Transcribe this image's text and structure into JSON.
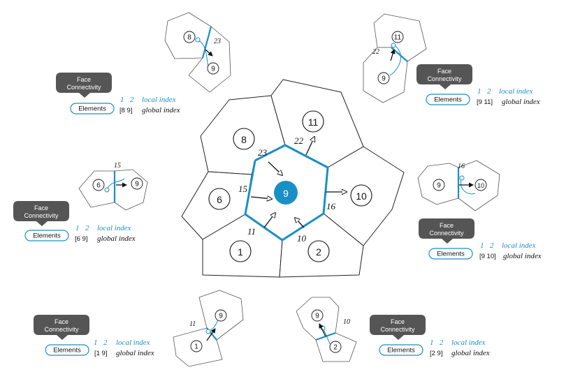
{
  "center_cell": {
    "label": "9",
    "color": "#1a8fc4"
  },
  "neighbors": [
    {
      "id": "c8",
      "label": "8"
    },
    {
      "id": "c11",
      "label": "11"
    },
    {
      "id": "c10",
      "label": "10"
    },
    {
      "id": "c2",
      "label": "2"
    },
    {
      "id": "c1",
      "label": "1"
    },
    {
      "id": "c6",
      "label": "6"
    }
  ],
  "faces": [
    {
      "id": "f23",
      "label": "23"
    },
    {
      "id": "f22",
      "label": "22"
    },
    {
      "id": "f16",
      "label": "16"
    },
    {
      "id": "f10",
      "label": "10"
    },
    {
      "id": "f11",
      "label": "11"
    },
    {
      "id": "f15",
      "label": "15"
    }
  ],
  "callout_labels": {
    "bubble_line1": "Face",
    "bubble_line2": "Connectivity",
    "pill": "Elements",
    "local_index_text": "local index",
    "global_index_text": "global index"
  },
  "panels": [
    {
      "id": "f23",
      "face": "23",
      "other": "8",
      "local": [
        "1",
        "2"
      ],
      "global": "[8  9]"
    },
    {
      "id": "f22",
      "face": "22",
      "other": "11",
      "local": [
        "1",
        "2"
      ],
      "global": "[9  11]"
    },
    {
      "id": "f15",
      "face": "15",
      "other": "6",
      "local": [
        "1",
        "2"
      ],
      "global": "[6  9]"
    },
    {
      "id": "f16",
      "face": "16",
      "other": "10",
      "local": [
        "1",
        "2"
      ],
      "global": "[9  10]"
    },
    {
      "id": "f11",
      "face": "11",
      "other": "1",
      "local": [
        "1",
        "2"
      ],
      "global": "[1  9]"
    },
    {
      "id": "f10",
      "face": "10",
      "other": "2",
      "local": [
        "1",
        "2"
      ],
      "global": "[2  9]"
    }
  ],
  "colors": {
    "accent": "#1a8fc4",
    "bubble": "#555555",
    "line": "#222222"
  }
}
